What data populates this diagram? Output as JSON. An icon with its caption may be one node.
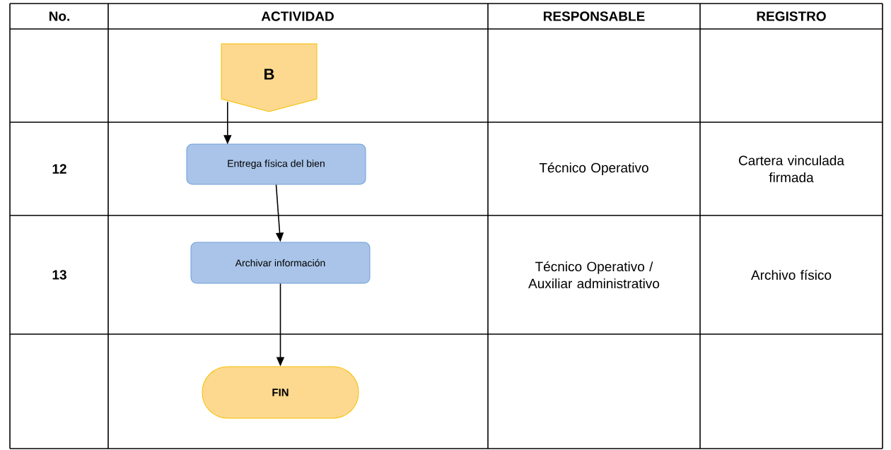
{
  "diagram": {
    "nodes": [
      {
        "text": [
          "B"
        ]
      },
      {
        "text": [
          "Entrega física del bien"
        ]
      },
      {
        "text": [
          "Archivar información"
        ]
      },
      {
        "text": [
          "FIN"
        ]
      }
    ],
    "edges": [
      {
        "from": 0,
        "to": 1,
        "arrow": "to"
      },
      {
        "from": 1,
        "to": 2,
        "arrow": "to"
      },
      {
        "from": 2,
        "to": 3,
        "arrow": "to"
      }
    ],
    "labels": [
      "No.",
      "ACTIVIDAD",
      "RESPONSABLE",
      "REGISTRO",
      "12",
      "Técnico Operativo",
      "Cartera vinculada firmada",
      "13",
      "Técnico Operativo / Auxiliar administrativo",
      "Archivo físico"
    ]
  }
}
